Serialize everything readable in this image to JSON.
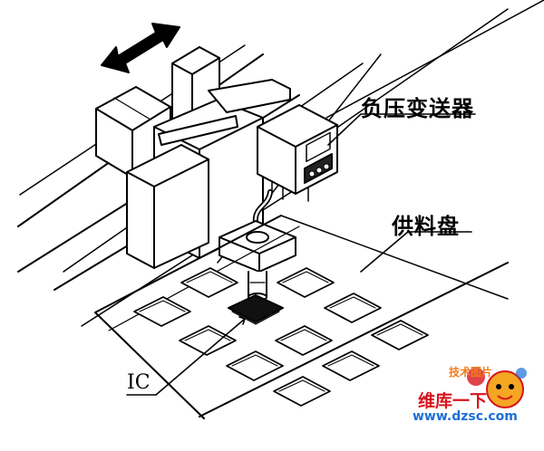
{
  "labels": {
    "pressure_sensor": "负压变送器",
    "supply_tray": "供料盘",
    "ic": "IC"
  },
  "watermark": {
    "top_text": "技术图片",
    "main_text": "维库一下",
    "url": "www.dzsc.com"
  },
  "colors": {
    "line": "#000000",
    "watermark_red": "#d8141e",
    "watermark_blue": "#1d6fd6",
    "watermark_orange": "#f07a1a"
  }
}
